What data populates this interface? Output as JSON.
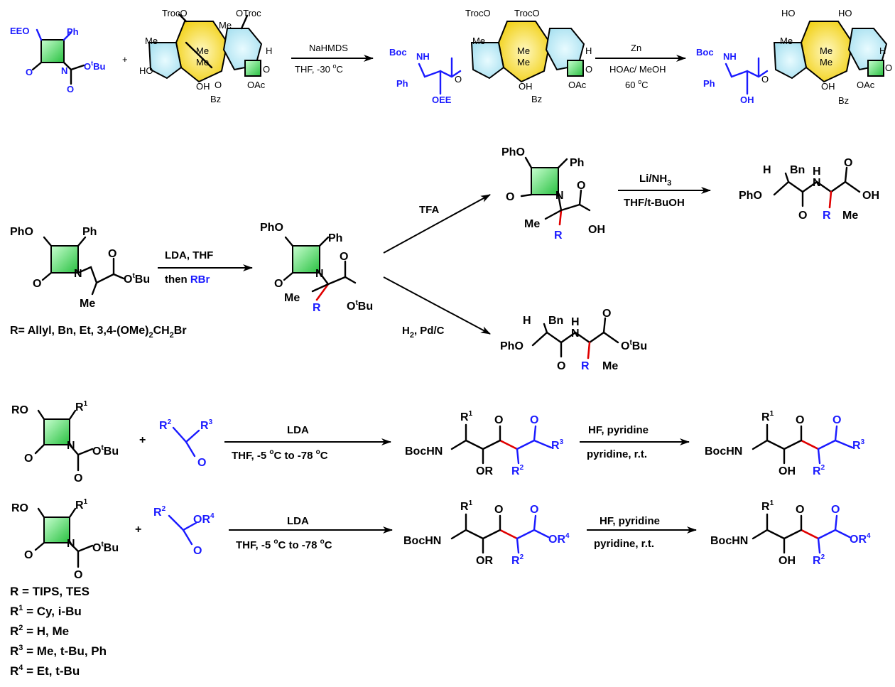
{
  "row1": {
    "lactam": {
      "eeo": "EEO",
      "ph": "Ph",
      "o": "O",
      "n": "N",
      "otbu": "O",
      "tbu": "t",
      "bu": "Bu"
    },
    "plus": "+",
    "baccatin": {
      "troc1": "TrocO",
      "troc2": "OTroc",
      "me1": "Me",
      "me2": "Me",
      "me3": "Me",
      "me4": "Me",
      "ho": "HO",
      "h": "H",
      "oh": "OH",
      "oac": "OAc",
      "o": "O",
      "bz": "Bz",
      "obz_o": "O"
    },
    "step1": {
      "reagent": "NaHMDS",
      "cond": "THF, -30 ",
      "unit": "C",
      "deg": "o"
    },
    "product1": {
      "boc": "Boc",
      "nh": "NH",
      "ph": "Ph",
      "oee": "OEE",
      "troc1": "TrocO",
      "troc2": "TrocO",
      "me": "Me",
      "h": "H",
      "o": "O",
      "oac": "OAc",
      "oh": "OH",
      "bz": "Bz"
    },
    "step2": {
      "reagent": "Zn",
      "cond1": "HOAc/ MeOH",
      "cond2": "60 ",
      "unit": "C",
      "deg": "o"
    },
    "product2": {
      "boc": "Boc",
      "nh": "NH",
      "ph": "Ph",
      "oh": "OH",
      "ho1": "HO",
      "ho2": "HO",
      "me": "Me",
      "h": "H",
      "o": "O",
      "oac": "OAc",
      "bz": "Bz"
    }
  },
  "row2": {
    "start": {
      "pho": "PhO",
      "ph": "Ph",
      "o": "O",
      "n": "N",
      "me": "Me",
      "ot": "O",
      "tbu": "t",
      "bu": "Bu"
    },
    "r_def": "R= Allyl, Bn, Et, 3,4-(OMe)",
    "r_def_sub": "2",
    "r_def_end": "CH",
    "r_def_sub2": "2",
    "r_def_tail": "Br",
    "step": {
      "line1": "LDA, THF",
      "line2a": "then ",
      "line2b": "RBr"
    },
    "mid": {
      "pho": "PhO",
      "ph": "Ph",
      "o": "O",
      "n": "N",
      "me": "Me",
      "r": "R",
      "ot": "O",
      "tbu": "t",
      "bu": "Bu"
    },
    "tfa": "TFA",
    "acid": {
      "pho": "PhO",
      "ph": "Ph",
      "o": "O",
      "n": "N",
      "me": "Me",
      "r": "R",
      "oh": "OH"
    },
    "li": {
      "line1": "Li/NH",
      "sub": "3",
      "line2": "THF/t-BuOH"
    },
    "diamide1": {
      "h": "H",
      "bn": "Bn",
      "pho": "PhO",
      "nh": "H",
      "n": "N",
      "o": "O",
      "r": "R",
      "me": "Me",
      "oh": "OH"
    },
    "h2": {
      "h": "H",
      "sub": "2",
      "rest": ", Pd/C"
    },
    "diamide2": {
      "h": "H",
      "bn": "Bn",
      "pho": "PhO",
      "nh": "H",
      "n": "N",
      "o": "O",
      "r": "R",
      "me": "Me",
      "ot": "O",
      "tbu": "t",
      "bu": "Bu"
    }
  },
  "row3": {
    "lactam": {
      "ro": "RO",
      "r1": "R",
      "sup1": "1",
      "o": "O",
      "n": "N",
      "ot": "O",
      "tbu": "t",
      "bu": "Bu"
    },
    "plus": "+",
    "ketone": {
      "r2": "R",
      "sup2": "2",
      "r3": "R",
      "sup3": "3",
      "o": "O"
    },
    "step": {
      "line1": "LDA",
      "line2a": "THF, -5 ",
      "deg": "o",
      "line2b": "C to -78 ",
      "deg2": "o",
      "line2c": "C"
    },
    "product": {
      "r1": "R",
      "sup1": "1",
      "bochn": "BocHN",
      "o1": "O",
      "o2": "O",
      "r3": "R",
      "sup3": "3",
      "or": "OR",
      "r2": "R",
      "sup2": "2"
    },
    "step2": {
      "line1": "HF, pyridine",
      "line2": "pyridine, r.t."
    },
    "final": {
      "r1": "R",
      "sup1": "1",
      "bochn": "BocHN",
      "o1": "O",
      "o2": "O",
      "r3": "R",
      "sup3": "3",
      "oh": "OH",
      "r2": "R",
      "sup2": "2"
    }
  },
  "row4": {
    "lactam": {
      "ro": "RO",
      "r1": "R",
      "sup1": "1",
      "o": "O",
      "n": "N",
      "ot": "O",
      "tbu": "t",
      "bu": "Bu"
    },
    "plus": "+",
    "ester": {
      "r2": "R",
      "sup2": "2",
      "or4": "OR",
      "sup4": "4",
      "o": "O"
    },
    "step": {
      "line1": "LDA",
      "line2a": "THF, -5 ",
      "deg": "o",
      "line2b": "C to -78 ",
      "deg2": "o",
      "line2c": "C"
    },
    "product": {
      "r1": "R",
      "sup1": "1",
      "bochn": "BocHN",
      "o1": "O",
      "o2": "O",
      "or4": "OR",
      "sup4": "4",
      "or": "OR",
      "r2": "R",
      "sup2": "2"
    },
    "step2": {
      "line1": "HF, pyridine",
      "line2": "pyridine, r.t."
    },
    "final": {
      "r1": "R",
      "sup1": "1",
      "bochn": "BocHN",
      "o1": "O",
      "o2": "O",
      "or4": "OR",
      "sup4": "4",
      "oh": "OH",
      "r2": "R",
      "sup2": "2"
    }
  },
  "legend": {
    "l1": "R = TIPS, TES",
    "l2a": "R",
    "l2s": "1",
    "l2b": " = Cy, i-Bu",
    "l3a": "R",
    "l3s": "2",
    "l3b": " = H, Me",
    "l4a": "R",
    "l4s": "3",
    "l4b": " = Me, t-Bu, Ph",
    "l5a": "R",
    "l5s": "4",
    "l5b": " = Et, t-Bu"
  }
}
